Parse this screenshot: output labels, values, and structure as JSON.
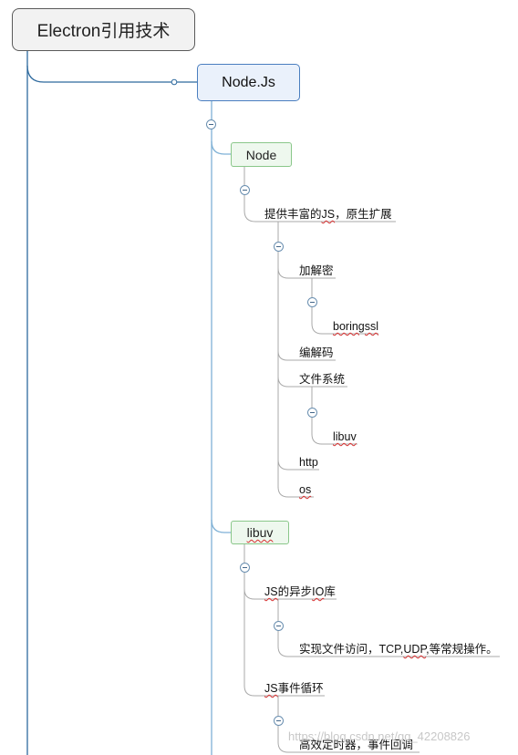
{
  "root": {
    "label": "Electron引用技术"
  },
  "node_js": {
    "label": "Node.Js"
  },
  "node": {
    "label": "Node",
    "child": {
      "label_parts": [
        "提供丰富的",
        "JS",
        "，原生扩展"
      ],
      "items": {
        "crypto": {
          "label": "加解密",
          "child": "boringssl"
        },
        "codec": {
          "label": "编解码"
        },
        "fs": {
          "label": "文件系统",
          "child": "libuv"
        },
        "http": {
          "label": "http"
        },
        "os": {
          "label": "os"
        }
      }
    }
  },
  "libuv": {
    "label": "libuv",
    "async_io": {
      "label_parts": [
        "JS",
        "的异步",
        "IO",
        "库"
      ],
      "child_parts": [
        "实现文件访问，",
        "TCP",
        ",",
        "UDP",
        ",等常规操作。"
      ]
    },
    "event_loop": {
      "label_parts": [
        "JS",
        "事件循环"
      ],
      "child": "高效定时器，事件回调"
    }
  },
  "watermark": "https://blog.csdn.net/qq_42208826",
  "colors": {
    "trunk": "#2e6a9e",
    "branch": "#7fb1d6",
    "leaf_connector": "#a9a9a9",
    "node_border": "#8ac78a",
    "nodejs_border": "#4a7ebf"
  },
  "icons": {
    "collapse": "collapse-minus-icon",
    "connector_dot": "connector-dot-icon"
  }
}
